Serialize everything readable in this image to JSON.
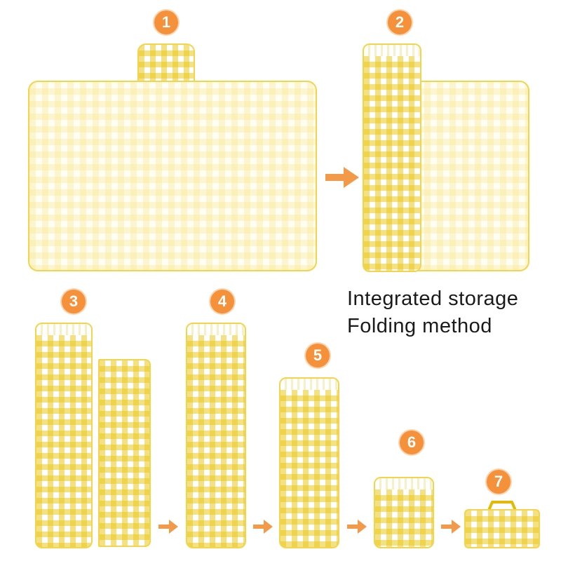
{
  "steps": [
    "1",
    "2",
    "3",
    "4",
    "5",
    "6",
    "7"
  ],
  "caption": {
    "line1": "Integrated storage",
    "line2": "Folding method"
  },
  "colors": {
    "gingham": "#f2cf1e",
    "badge": "#f4913a",
    "arrow": "#f39a4a"
  },
  "icons": [
    "arrow-right-icon"
  ]
}
